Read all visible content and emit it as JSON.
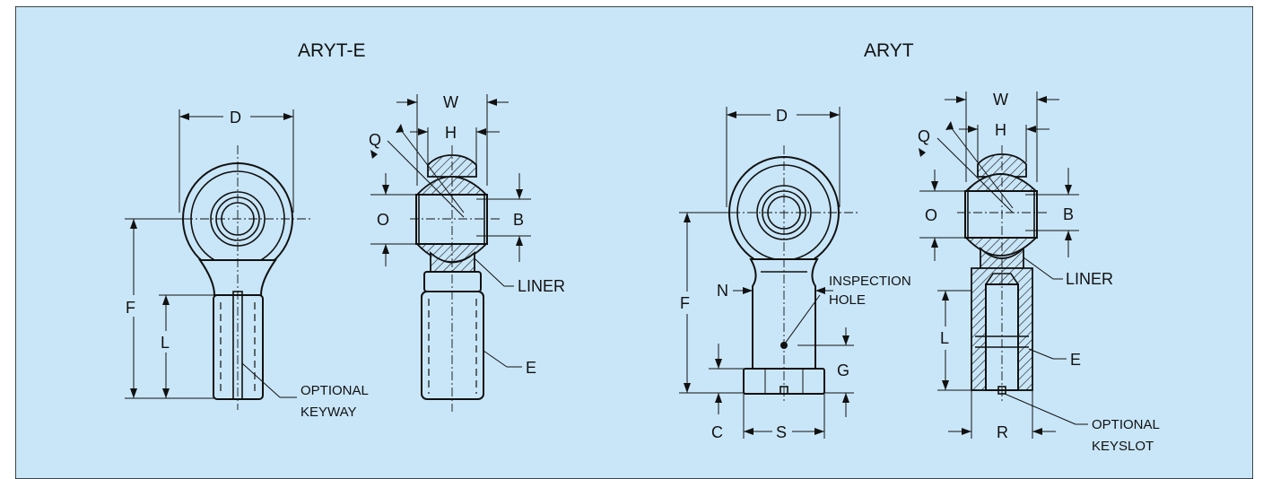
{
  "background_color": "#c9e6f8",
  "line_color": "#111111",
  "views": {
    "left": {
      "title": "ARYT-E",
      "labels": {
        "d": "D",
        "f": "F",
        "l": "L",
        "w": "W",
        "h": "H",
        "q": "Q",
        "o": "O",
        "b": "B",
        "e": "E",
        "liner": "LINER",
        "optional_keyway_1": "OPTIONAL",
        "optional_keyway_2": "KEYWAY"
      }
    },
    "right": {
      "title": "ARYT",
      "labels": {
        "d": "D",
        "f": "F",
        "n": "N",
        "l": "L",
        "c": "C",
        "s": "S",
        "g": "G",
        "w": "W",
        "h": "H",
        "q": "Q",
        "o": "O",
        "b": "B",
        "e": "E",
        "r": "R",
        "liner": "LINER",
        "inspection_hole_1": "INSPECTION",
        "inspection_hole_2": "HOLE",
        "optional_keyslot_1": "OPTIONAL",
        "optional_keyslot_2": "KEYSLOT"
      }
    }
  }
}
